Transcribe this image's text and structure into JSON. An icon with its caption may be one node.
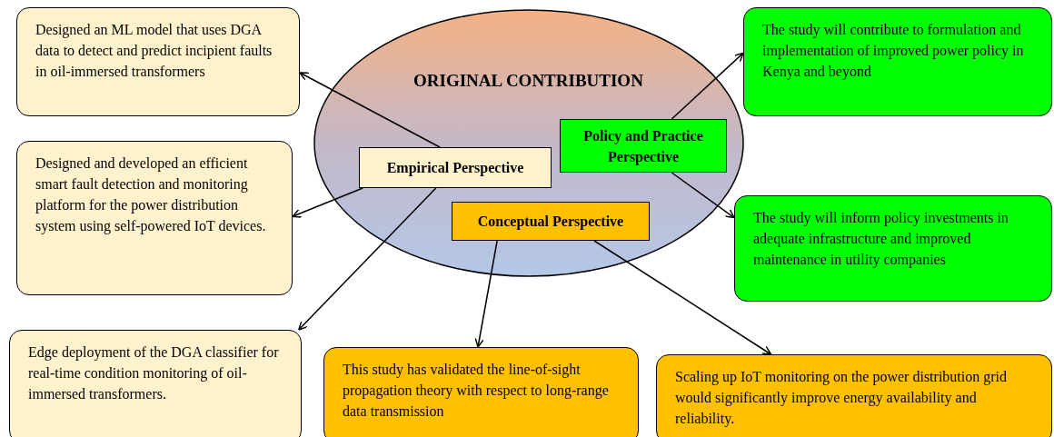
{
  "diagram": {
    "nodes": [
      {
        "text": [
          "ORIGINAL CONTRIBUTION"
        ]
      },
      {
        "text": [
          "Empirical Perspective"
        ],
        "in": 0
      },
      {
        "text": [
          "Policy and Practice Perspective"
        ],
        "in": 0
      },
      {
        "text": [
          "Conceptual Perspective"
        ],
        "in": 0
      },
      {
        "text": [
          "Designed an ML model that uses DGA data to detect and predict incipient faults in oil-immersed transformers"
        ]
      },
      {
        "text": [
          "Designed and developed an efficient smart fault detection and monitoring platform for the power distribution system using self-powered IoT devices."
        ]
      },
      {
        "text": [
          "Edge deployment of the DGA classifier for real-time condition monitoring of oil-immersed transformers."
        ]
      },
      {
        "text": [
          "The study will contribute to formulation and implementation of improved power policy in Kenya and beyond"
        ]
      },
      {
        "text": [
          "The study will inform policy investments in adequate infrastructure and improved maintenance in utility companies"
        ]
      },
      {
        "text": [
          "This study has validated the line-of-sight propagation theory with respect to long-range data transmission"
        ]
      },
      {
        "text": [
          "Scaling up IoT monitoring on the power distribution grid would significantly improve energy availability and reliability."
        ]
      }
    ],
    "edges": [
      {
        "from": 1,
        "to": 4,
        "arrow": "to"
      },
      {
        "from": 1,
        "to": 5,
        "arrow": "to"
      },
      {
        "from": 1,
        "to": 6,
        "arrow": "to"
      },
      {
        "from": 2,
        "to": 7,
        "arrow": "to"
      },
      {
        "from": 2,
        "to": 8,
        "arrow": "to"
      },
      {
        "from": 3,
        "to": 9,
        "arrow": "to"
      },
      {
        "from": 3,
        "to": 10,
        "arrow": "to"
      }
    ]
  }
}
